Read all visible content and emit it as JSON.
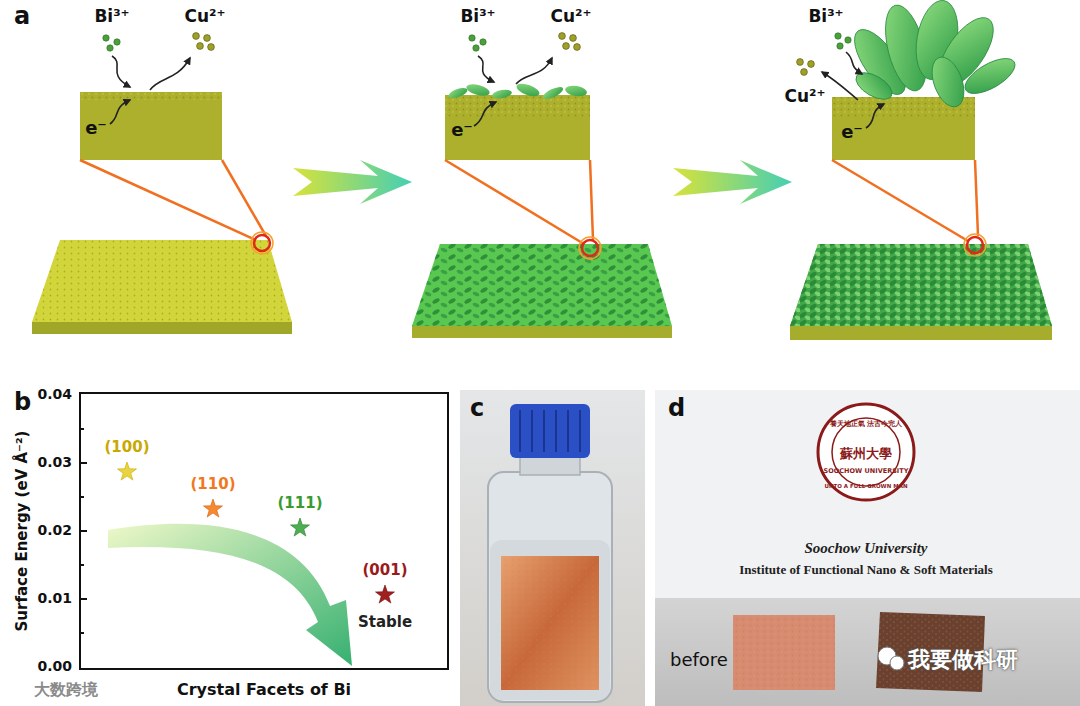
{
  "diagram": {
    "labels": [
      "a",
      "Bi³⁺",
      "Cu²⁺",
      "e⁻",
      "Bi³⁺",
      "Cu²⁺",
      "e⁻",
      "Bi³⁺",
      "Cu²⁺",
      "e⁻",
      "b",
      "0.04",
      "0.03",
      "0.02",
      "0.01",
      "0.00",
      "Surface Energy (eV Å⁻²)",
      "Crystal Facets of Bi",
      "(100)",
      "(110)",
      "(111)",
      "(001)",
      "Stable",
      "c",
      "d",
      "Soochow University",
      "Institute of Functional Nano & Soft Materials",
      "before",
      "我要做科研",
      "大数跨境",
      "養天地正氣 法古今完人",
      "蘇州大學",
      "SOOCHOW UNIVERSITY",
      "UNTO A FULL GROWN MAN"
    ]
  }
}
